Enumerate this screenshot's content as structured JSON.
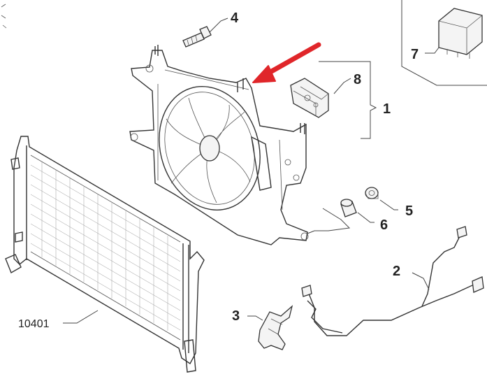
{
  "callouts": {
    "c1": "1",
    "c2": "2",
    "c3": "3",
    "c4": "4",
    "c5": "5",
    "c6": "6",
    "c7": "7",
    "c8": "8",
    "c10401": "10401"
  },
  "colors": {
    "pointer_arrow": "#e0262a",
    "line_art": "#333333",
    "background": "#ffffff"
  },
  "icons": {
    "pointer": "red-arrow-icon"
  }
}
